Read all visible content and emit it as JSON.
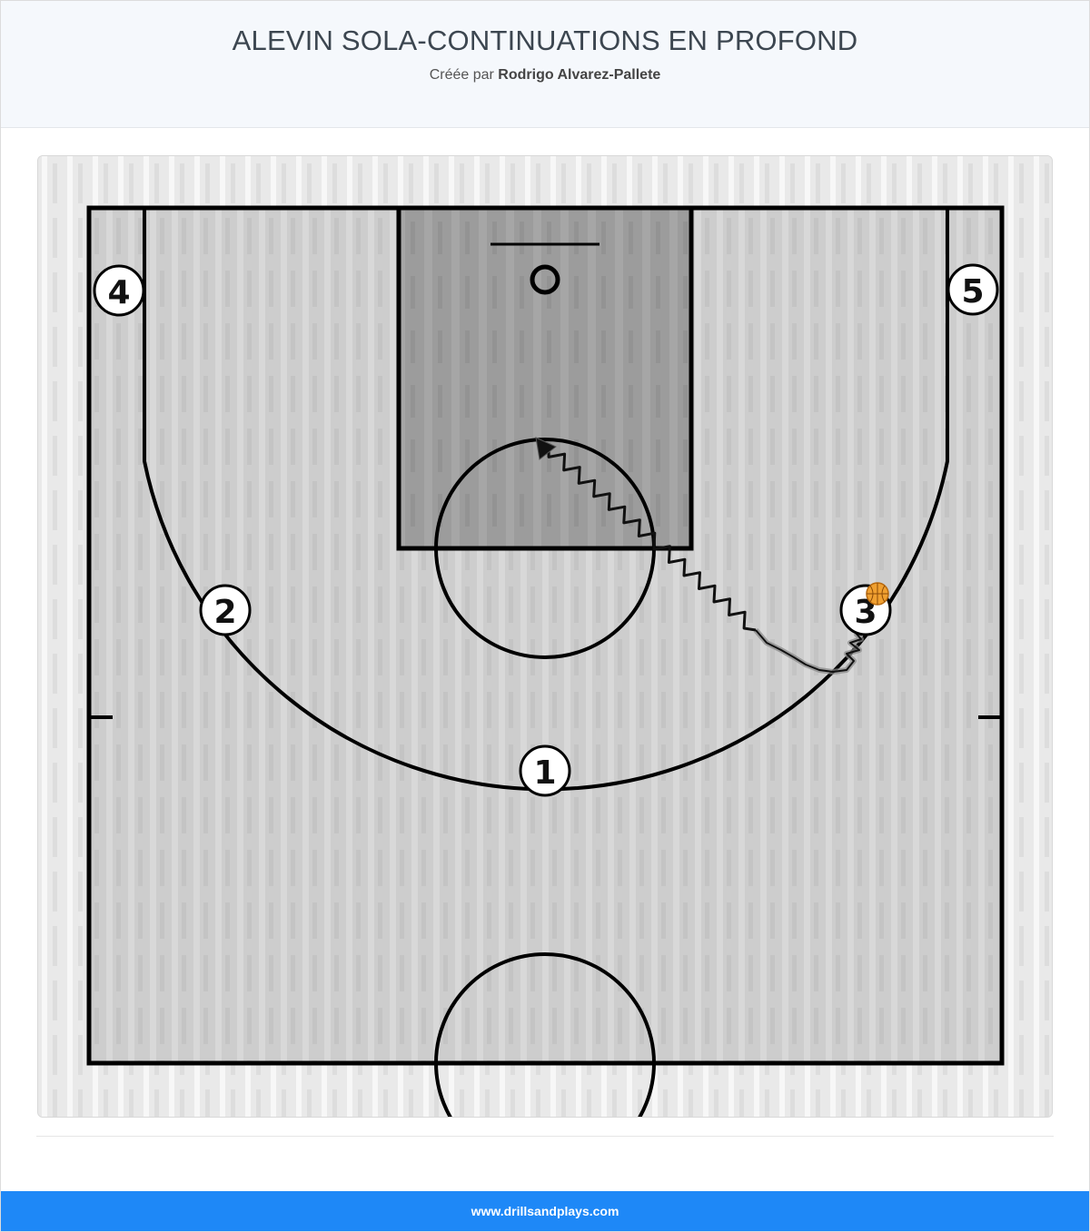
{
  "header": {
    "title": "ALEVIN SOLA-CONTINUATIONS EN PROFOND",
    "created_by_prefix": "Créée par",
    "author": "Rodrigo Alvarez-Pallete"
  },
  "diagram": {
    "players": [
      {
        "id": "player-4",
        "label": "4"
      },
      {
        "id": "player-5",
        "label": "5"
      },
      {
        "id": "player-2",
        "label": "2"
      },
      {
        "id": "player-3",
        "label": "3"
      },
      {
        "id": "player-1",
        "label": "1"
      }
    ],
    "ball_holder": "3",
    "action": "dribble",
    "colors": {
      "court": "#d0d0d0",
      "paint": "#9a9a9a",
      "lines": "#000000",
      "ball": "#f0a030"
    }
  },
  "footer": {
    "site": "www.drillsandplays.com",
    "color": "#1e88f7"
  }
}
